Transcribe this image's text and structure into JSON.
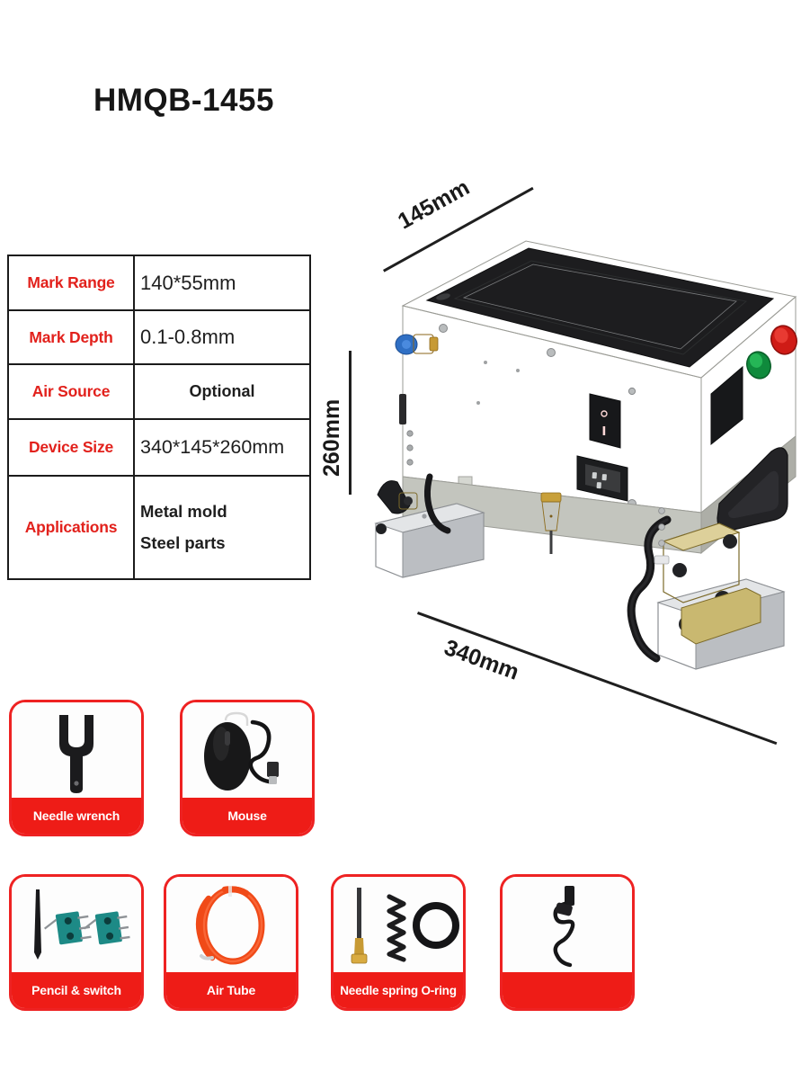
{
  "title": "HMQB-1455",
  "spec_table": {
    "rows": [
      {
        "label": "Mark Range",
        "value": "140*55mm"
      },
      {
        "label": "Mark Depth",
        "value": "0.1-0.8mm"
      },
      {
        "label": "Air Source",
        "value": "Optional"
      },
      {
        "label": "Device Size",
        "value": "340*145*260mm"
      },
      {
        "label": "Applications",
        "value": "Metal mold\nSteel parts",
        "value_line1": "Metal mold",
        "value_line2": "Steel parts"
      }
    ]
  },
  "dimensions": {
    "depth": "145mm",
    "height": "260mm",
    "width": "340mm"
  },
  "product_photo": {
    "alt": "HMQB-1455 portable pneumatic dot peen marking machine",
    "parts": {
      "touchscreen": "lcd-touchscreen",
      "air_fitting": "blue-push-connect-air-fitting",
      "power_switch": "red-rocker-switch",
      "power_socket": "iec-c14-power-inlet",
      "start_button": "green-start-button",
      "stop_button": "red-stop-button",
      "marking_head": "brass-marking-needle-head",
      "handle": "black-carry-handle",
      "base_blocks": "steel-base-blocks"
    }
  },
  "accessories": {
    "row1": [
      {
        "name": "needle-wrench",
        "label": "Needle wrench"
      },
      {
        "name": "mouse",
        "label": "Mouse"
      }
    ],
    "row2": [
      {
        "name": "pencil-and-switch",
        "label": "Pencil & switch"
      },
      {
        "name": "air-tube",
        "label": "Air Tube"
      },
      {
        "name": "needle-spring-o-ring",
        "label": "Needle spring O-ring"
      },
      {
        "name": "power-cord",
        "label": ""
      }
    ]
  },
  "colors": {
    "accent_red": "#ee1c17",
    "label_red": "#e2211c",
    "text_black": "#1a1a1a",
    "body_grey": "#cdcec8",
    "background": "#ffffff"
  }
}
